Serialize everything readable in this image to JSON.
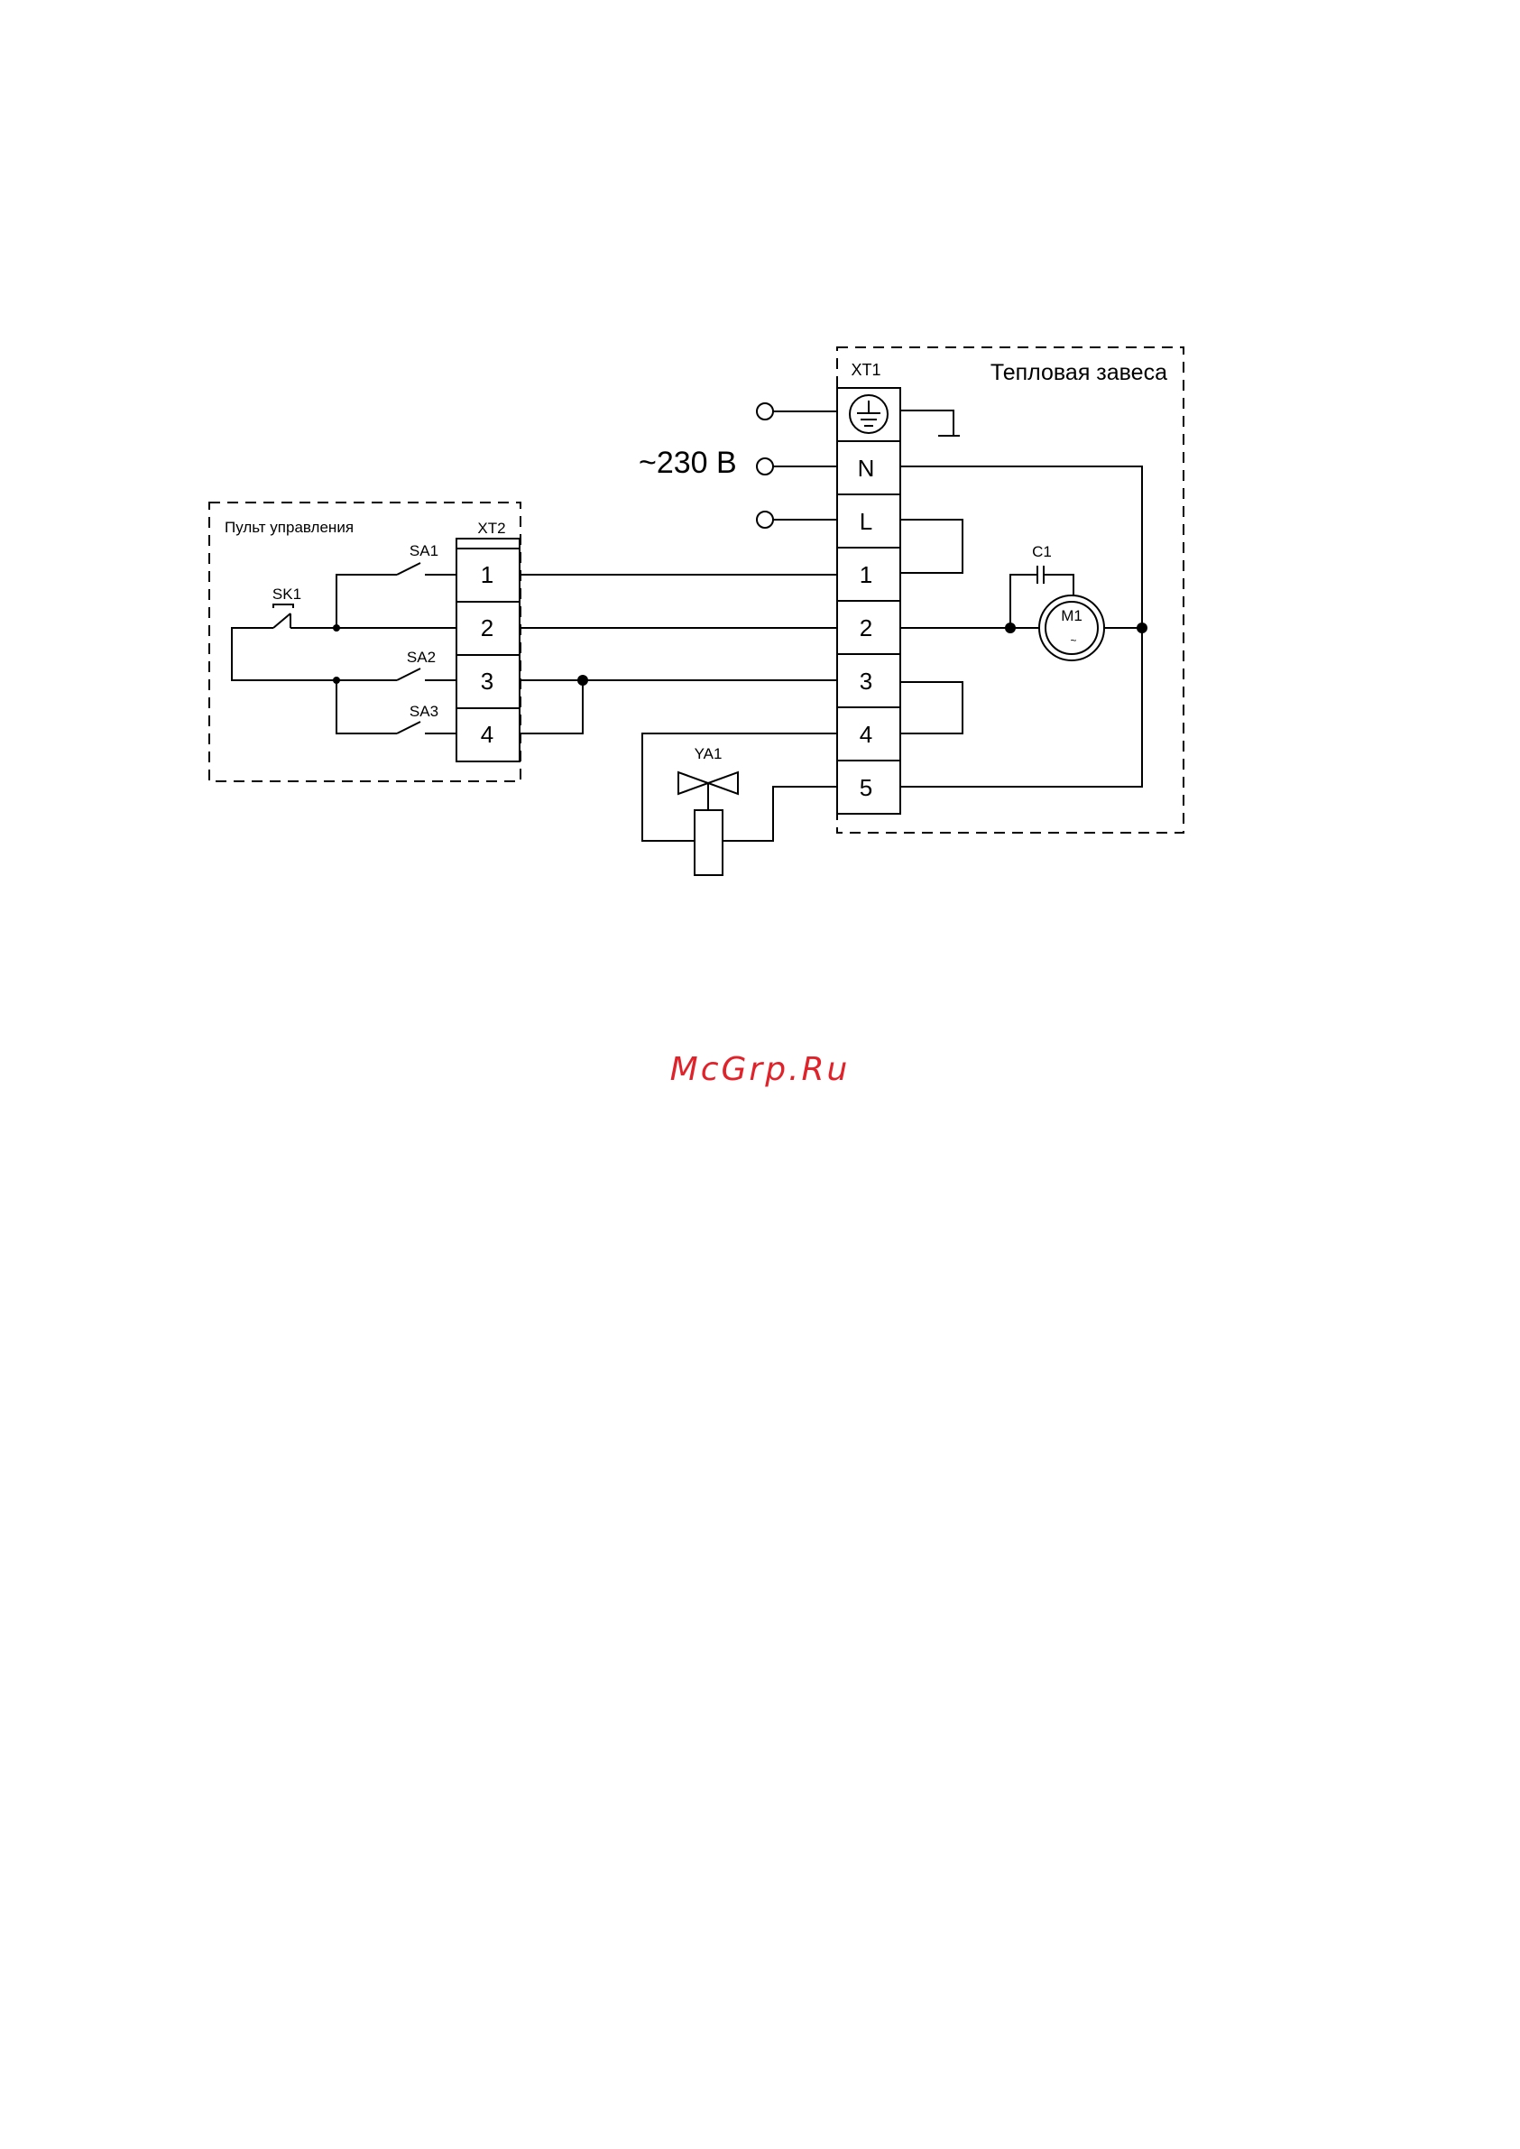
{
  "curtain_label": "Тепловая завеса",
  "panel_label": "Пульт управления",
  "supply_label": "~230 В",
  "xt1": {
    "label": "XT1",
    "terminals": [
      "N",
      "L",
      "1",
      "2",
      "3",
      "4",
      "5"
    ]
  },
  "xt2": {
    "label": "XT2",
    "terminals": [
      "1",
      "2",
      "3",
      "4"
    ]
  },
  "components": {
    "sk1": "SK1",
    "sa1": "SA1",
    "sa2": "SA2",
    "sa3": "SA3",
    "c1": "C1",
    "m1": "M1",
    "m1_symbol": "~",
    "ya1": "YA1"
  },
  "watermark": "McGrp.Ru"
}
